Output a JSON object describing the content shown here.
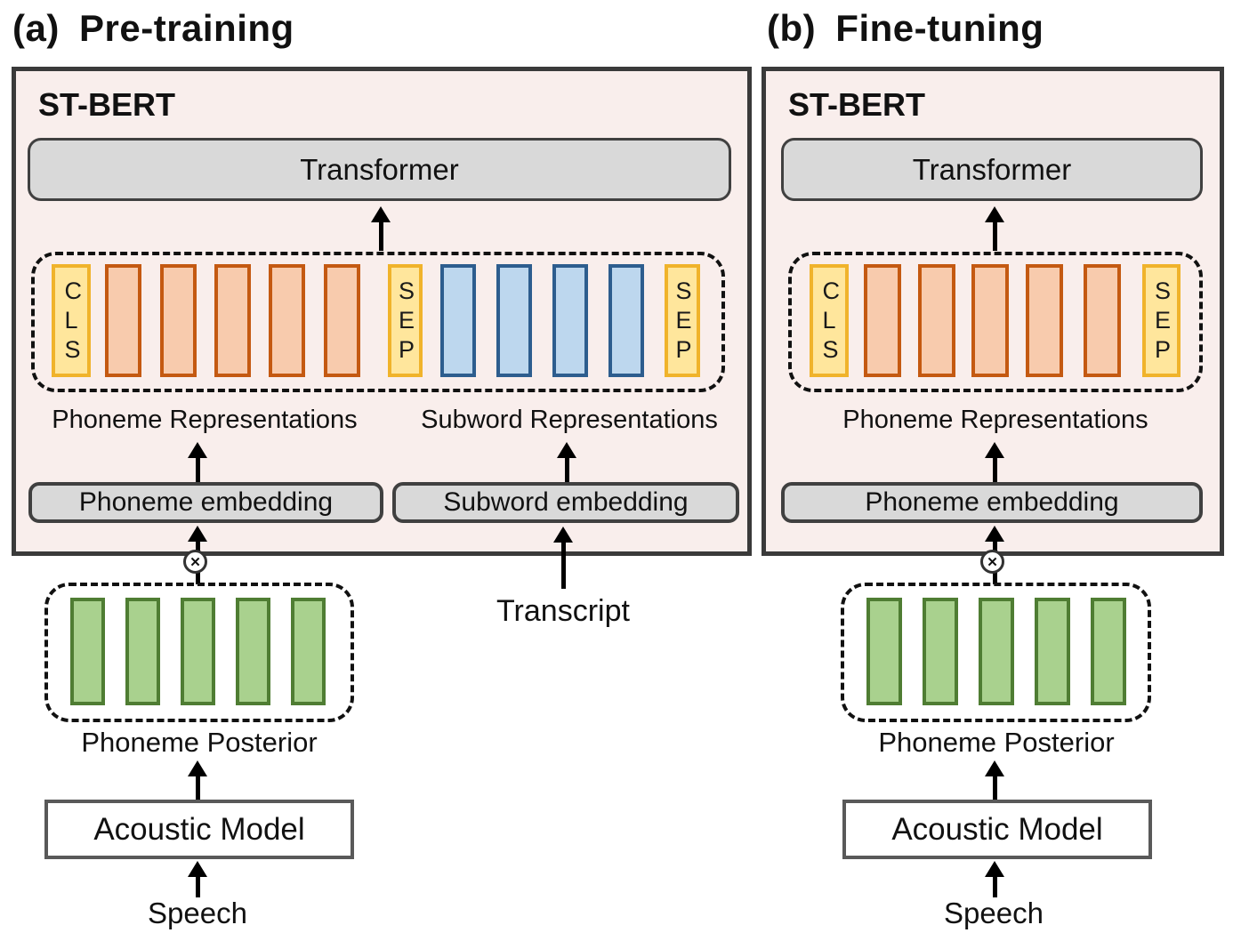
{
  "figure": {
    "panels": [
      {
        "title": "(a) Pre-training",
        "model_label": "ST-BERT",
        "transformer_label": "Transformer",
        "tokens": [
          {
            "kind": "cls",
            "label": "CLS"
          },
          {
            "kind": "phoneme"
          },
          {
            "kind": "phoneme"
          },
          {
            "kind": "phoneme"
          },
          {
            "kind": "phoneme"
          },
          {
            "kind": "phoneme"
          },
          {
            "kind": "sep",
            "label": "SEP"
          },
          {
            "kind": "subword"
          },
          {
            "kind": "subword"
          },
          {
            "kind": "subword"
          },
          {
            "kind": "subword"
          },
          {
            "kind": "sep",
            "label": "SEP"
          }
        ],
        "rep_labels": [
          "Phoneme Representations",
          "Subword Representations"
        ],
        "embedding_labels": [
          "Phoneme embedding",
          "Subword embedding"
        ],
        "multiply_symbol": "✕",
        "posterior_label": "Phoneme Posterior",
        "posterior_bar_count": 5,
        "acoustic_label": "Acoustic Model",
        "speech_label": "Speech",
        "transcript_label": "Transcript"
      },
      {
        "title": "(b) Fine-tuning",
        "model_label": "ST-BERT",
        "transformer_label": "Transformer",
        "tokens": [
          {
            "kind": "cls",
            "label": "CLS"
          },
          {
            "kind": "phoneme"
          },
          {
            "kind": "phoneme"
          },
          {
            "kind": "phoneme"
          },
          {
            "kind": "phoneme"
          },
          {
            "kind": "phoneme"
          },
          {
            "kind": "sep",
            "label": "SEP"
          }
        ],
        "rep_labels": [
          "Phoneme Representations"
        ],
        "embedding_labels": [
          "Phoneme embedding"
        ],
        "multiply_symbol": "✕",
        "posterior_label": "Phoneme Posterior",
        "posterior_bar_count": 5,
        "acoustic_label": "Acoustic Model",
        "speech_label": "Speech"
      }
    ]
  },
  "colors": {
    "page_bg": "#ffffff",
    "panel_bg": "#f9eeec",
    "panel_border": "#3a3a3a",
    "gray_box_fill": "#d9d9d9",
    "gray_box_border": "#404040",
    "special_token_fill": "#ffe69c",
    "special_token_border": "#f0b32b",
    "phoneme_token_fill": "#f8cbad",
    "phoneme_token_border": "#c45911",
    "subword_token_fill": "#bdd7ee",
    "subword_token_border": "#2d5d8e",
    "posterior_bar_fill": "#a9d18e",
    "posterior_bar_border": "#4f7d33",
    "acoustic_box_border": "#595959",
    "arrow_color": "#000000",
    "dash_color": "#111111",
    "text_color": "#111111"
  }
}
